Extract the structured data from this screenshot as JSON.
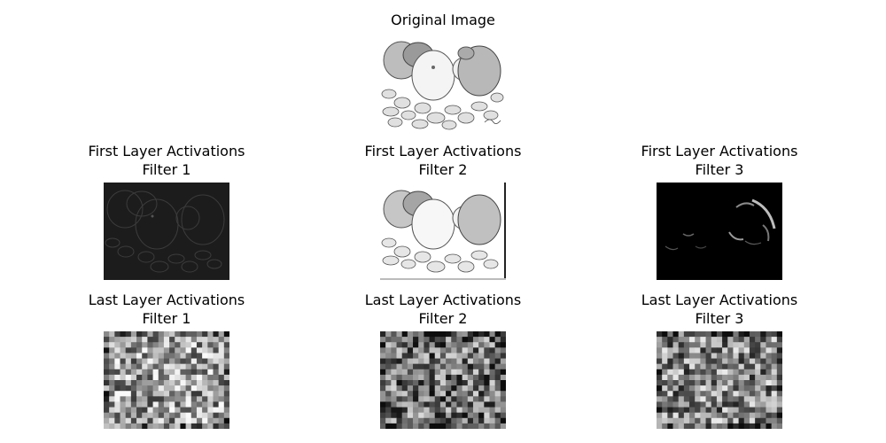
{
  "figure": {
    "top": {
      "title_lines": [
        "Original Image"
      ]
    },
    "rows": [
      {
        "panels": [
          {
            "title_lines": [
              "First Layer Activations",
              "Filter 1"
            ],
            "kind": "first-dark"
          },
          {
            "title_lines": [
              "First Layer Activations",
              "Filter 2"
            ],
            "kind": "first-light"
          },
          {
            "title_lines": [
              "First Layer Activations",
              "Filter 3"
            ],
            "kind": "first-black"
          }
        ]
      },
      {
        "panels": [
          {
            "title_lines": [
              "Last Layer Activations",
              "Filter 1"
            ],
            "kind": "noise"
          },
          {
            "title_lines": [
              "Last Layer Activations",
              "Filter 2"
            ],
            "kind": "noise"
          },
          {
            "title_lines": [
              "Last Layer Activations",
              "Filter 3"
            ],
            "kind": "noise"
          }
        ]
      }
    ]
  }
}
